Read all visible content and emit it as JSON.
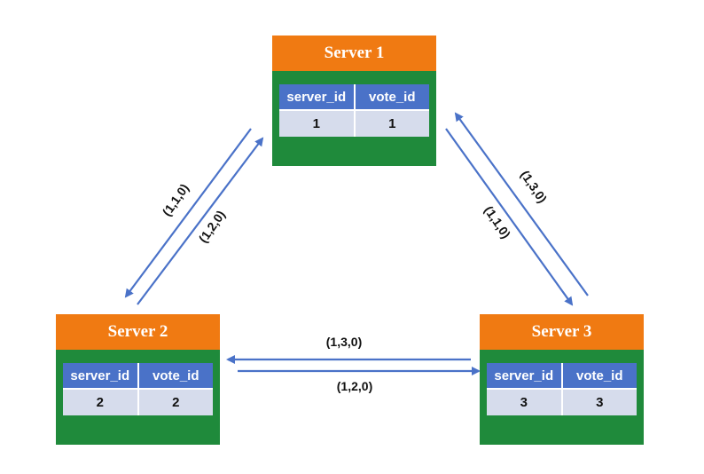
{
  "servers": [
    {
      "title": "Server 1",
      "columns": [
        "server_id",
        "vote_id"
      ],
      "values": [
        "1",
        "1"
      ]
    },
    {
      "title": "Server 2",
      "columns": [
        "server_id",
        "vote_id"
      ],
      "values": [
        "2",
        "2"
      ]
    },
    {
      "title": "Server 3",
      "columns": [
        "server_id",
        "vote_id"
      ],
      "values": [
        "3",
        "3"
      ]
    }
  ],
  "messages": {
    "s1_to_s2": "(1,1,0)",
    "s2_to_s1": "(1,2,0)",
    "s3_to_s1": "(1,3,0)",
    "s1_to_s3": "(1,1,0)",
    "s3_to_s2": "(1,3,0)",
    "s2_to_s3": "(1,2,0)"
  },
  "colors": {
    "header": "#f07a12",
    "body": "#1f8a3b",
    "table_header": "#4a72c8",
    "table_cell": "#d6dcec",
    "arrow": "#4a72c8"
  }
}
